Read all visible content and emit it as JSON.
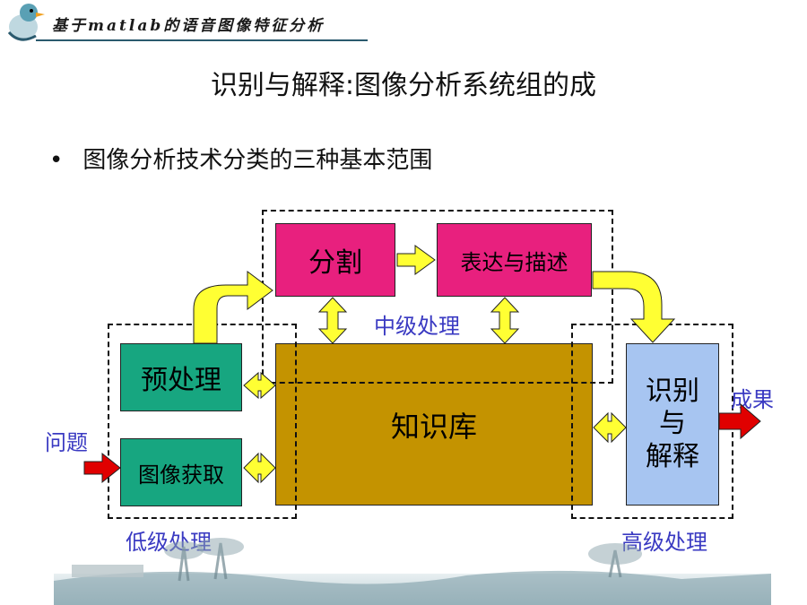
{
  "header": {
    "title": "基于matlab的语音图像特征分析",
    "logo_icon": "bird-logo-icon"
  },
  "slide": {
    "title": "识别与解释:图像分析系统组的成",
    "bullet": "图像分析技术分类的三种基本范围"
  },
  "diagram": {
    "boxes": {
      "segmentation": "分割",
      "representation": "表达与描述",
      "preprocessing": "预处理",
      "acquisition": "图像获取",
      "knowledge_base": "知识库",
      "recognition": [
        "识别",
        "与",
        "解释"
      ]
    },
    "labels": {
      "mid_level": "中级处理",
      "low_level": "低级处理",
      "high_level": "高级处理",
      "input": "问题",
      "output": "成果"
    },
    "colors": {
      "segment_box": "#e8207e",
      "process_box": "#17a680",
      "knowledge_box": "#c49300",
      "recognition_box": "#a7c5f1",
      "arrow_fill": "#ffff33",
      "io_arrow": "#e00000",
      "label_text": "#3a3ac2"
    }
  }
}
